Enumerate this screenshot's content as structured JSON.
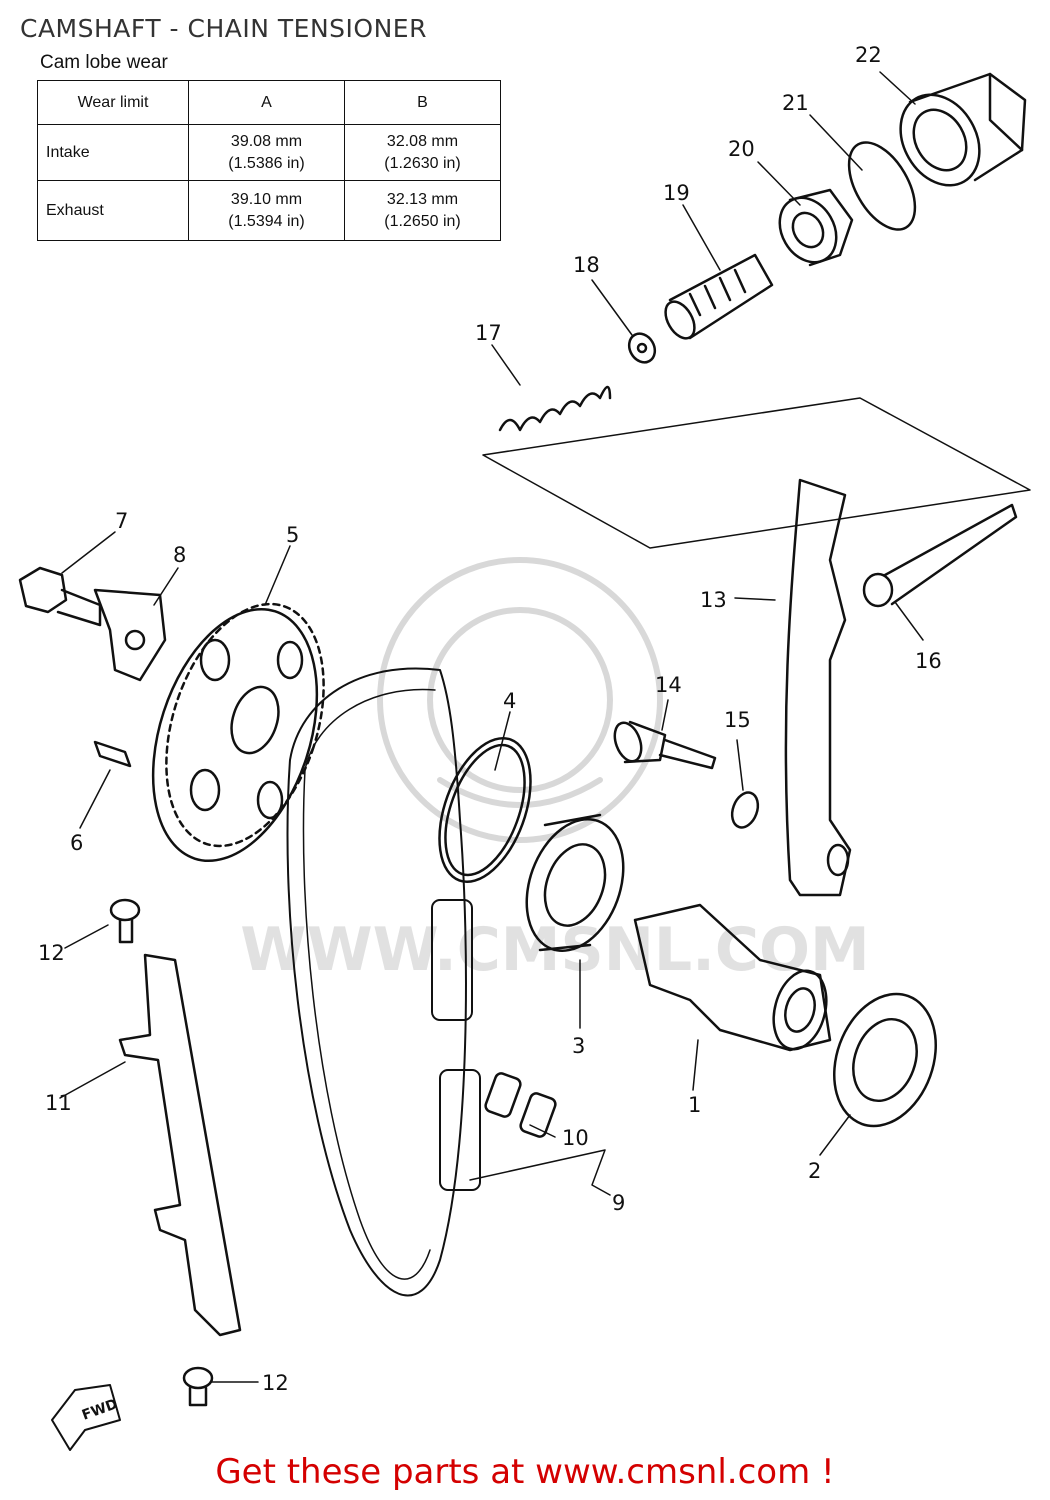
{
  "title": "CAMSHAFT - CHAIN TENSIONER",
  "table": {
    "caption": "Cam lobe wear",
    "header": [
      "Wear limit",
      "A",
      "B"
    ],
    "rows": [
      {
        "name": "Intake",
        "a_mm": "39.08 mm",
        "a_in": "(1.5386 in)",
        "b_mm": "32.08 mm",
        "b_in": "(1.2630 in)"
      },
      {
        "name": "Exhaust",
        "a_mm": "39.10 mm",
        "a_in": "(1.5394 in)",
        "b_mm": "32.13 mm",
        "b_in": "(1.2650 in)"
      }
    ]
  },
  "watermark": "WWW.CMSNL.COM",
  "fwd_label": "FWD",
  "cta": "Get these parts at www.cmsnl.com !",
  "callouts": [
    "1",
    "2",
    "3",
    "4",
    "5",
    "6",
    "7",
    "8",
    "9",
    "10",
    "11",
    "12",
    "12",
    "13",
    "14",
    "15",
    "16",
    "17",
    "18",
    "19",
    "20",
    "21",
    "22"
  ]
}
